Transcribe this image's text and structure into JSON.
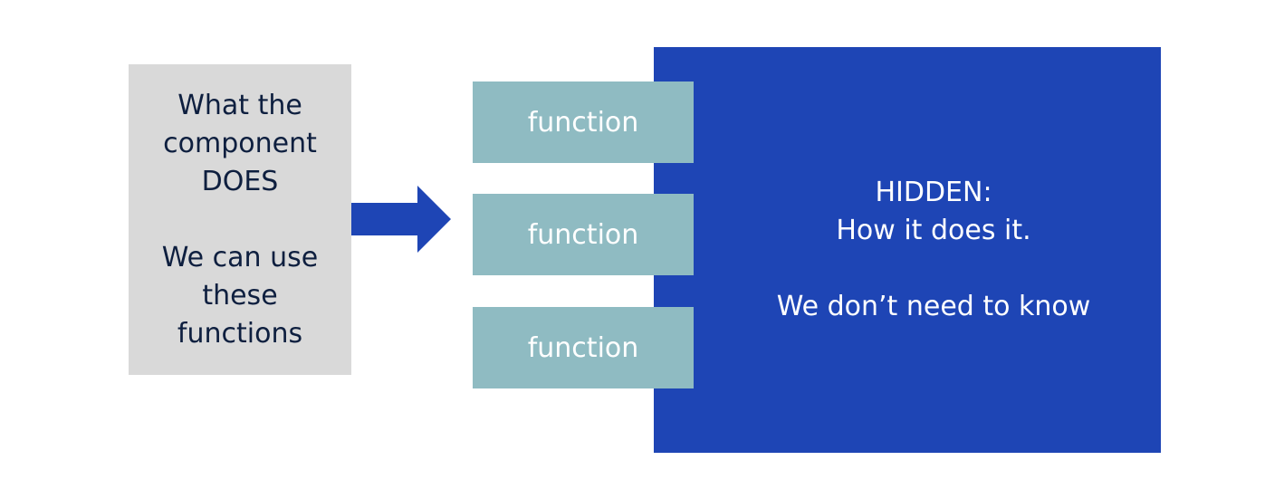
{
  "component_box": {
    "description_lines": "What the\ncomponent\nDOES",
    "usage_lines": "We can use\nthese\nfunctions"
  },
  "functions": [
    {
      "label": "function"
    },
    {
      "label": "function"
    },
    {
      "label": "function"
    }
  ],
  "hidden_box": {
    "heading": "HIDDEN:",
    "subheading": "How it does it.",
    "note": "We don’t need to know"
  },
  "colors": {
    "component_box": "#d9d9d9",
    "function_box": "#8fbbc2",
    "hidden_box": "#1e45b5",
    "arrow": "#1e45b5",
    "dark_text": "#0e1f3f"
  }
}
